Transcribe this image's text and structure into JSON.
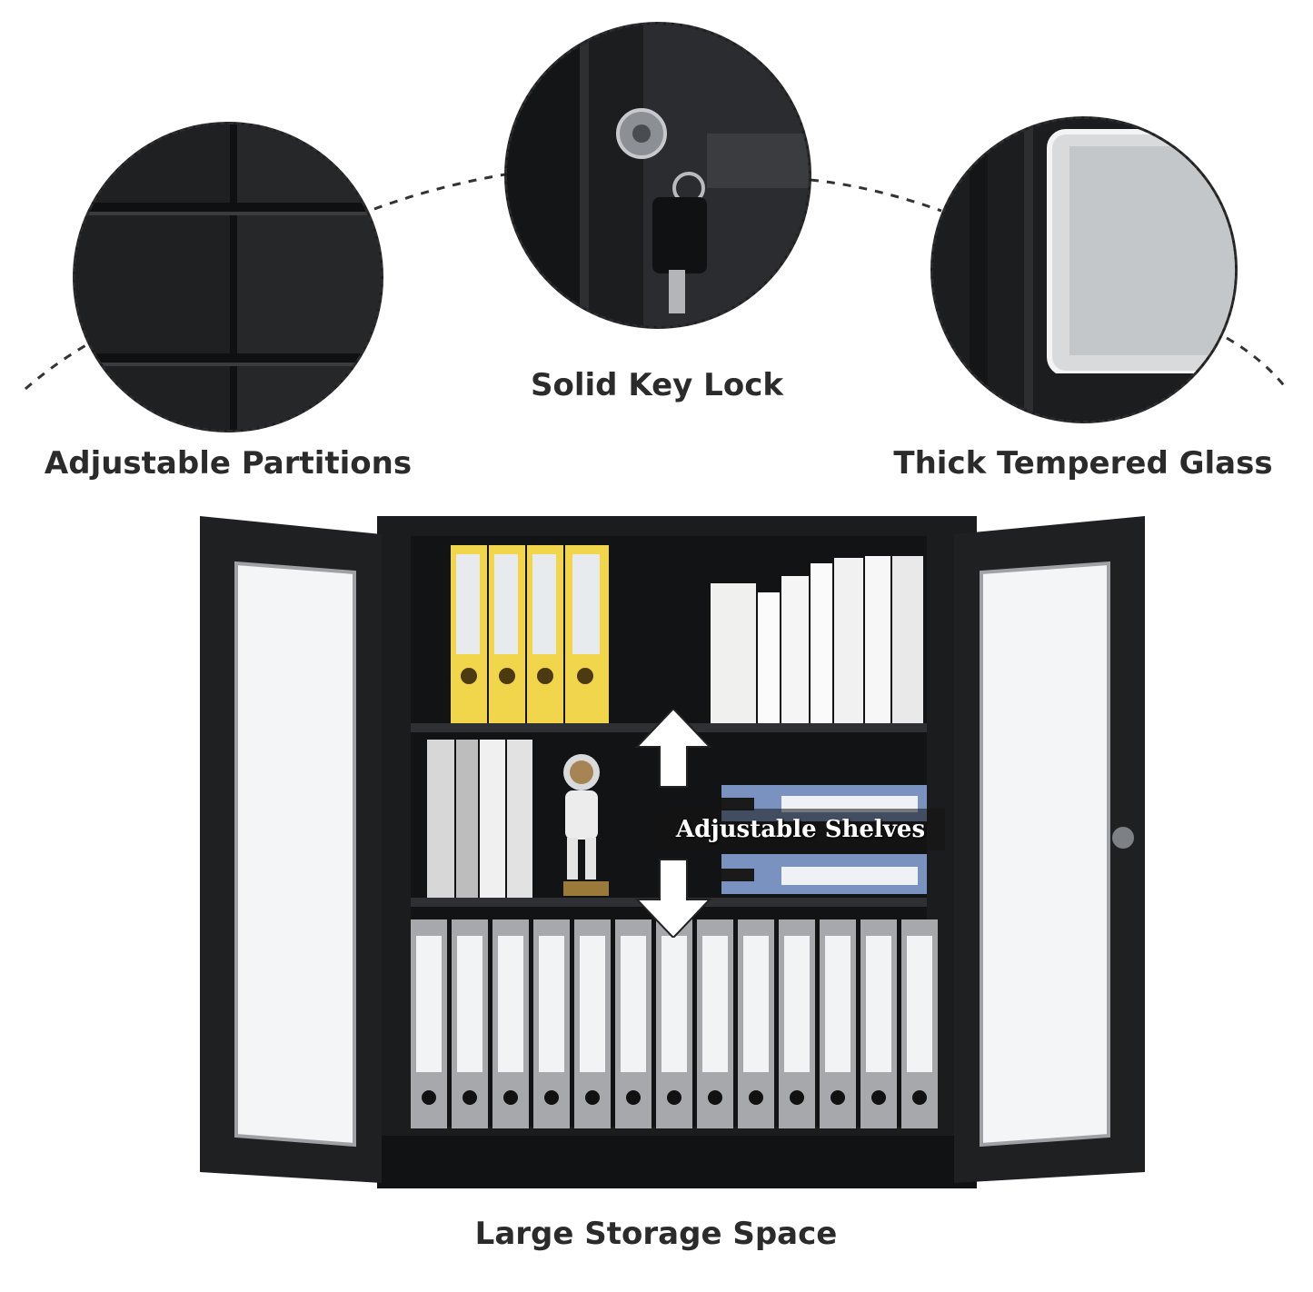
{
  "features": {
    "partitions_label": "Adjustable Partitions",
    "lock_label": "Solid Key Lock",
    "glass_label": "Thick Tempered Glass",
    "shelves_label": "Adjustable Shelves",
    "storage_label": "Large Storage Space"
  },
  "colors": {
    "cabinet": "#1b1c1e",
    "binder_yellow": "#f1d54a",
    "binder_grey": "#a7a8ab",
    "binder_blue": "#7a92bf",
    "text": "#2b2b2b"
  }
}
